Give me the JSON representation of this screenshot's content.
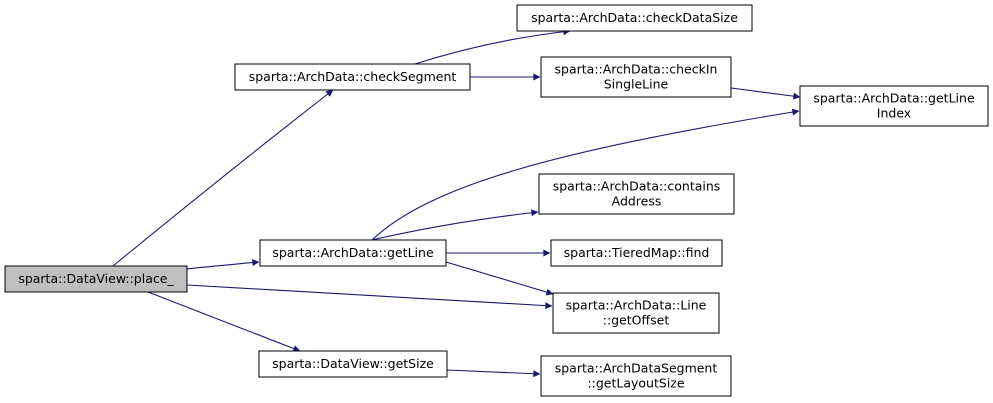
{
  "colors": {
    "edge": "#191970",
    "node_border": "#000000",
    "node_fill": "#ffffff",
    "root_fill": "#bfbfbf",
    "text": "#000000"
  },
  "nodes": [
    {
      "id": "place",
      "lines": [
        "sparta::DataView::place_"
      ],
      "root": true
    },
    {
      "id": "checkSegment",
      "lines": [
        "sparta::ArchData::checkSegment"
      ]
    },
    {
      "id": "getLine",
      "lines": [
        "sparta::ArchData::getLine"
      ]
    },
    {
      "id": "getSize",
      "lines": [
        "sparta::DataView::getSize"
      ]
    },
    {
      "id": "checkDataSize",
      "lines": [
        "sparta::ArchData::checkDataSize"
      ]
    },
    {
      "id": "checkIn",
      "lines": [
        "sparta::ArchData::checkIn",
        "SingleLine"
      ]
    },
    {
      "id": "getLineIndex",
      "lines": [
        "sparta::ArchData::getLine",
        "Index"
      ]
    },
    {
      "id": "contains",
      "lines": [
        "sparta::ArchData::contains",
        "Address"
      ]
    },
    {
      "id": "find",
      "lines": [
        "sparta::TieredMap::find"
      ]
    },
    {
      "id": "getOffset",
      "lines": [
        "sparta::ArchData::Line",
        "::getOffset"
      ]
    },
    {
      "id": "getLayoutSize",
      "lines": [
        "sparta::ArchDataSegment",
        "::getLayoutSize"
      ]
    }
  ],
  "edges": [
    {
      "from": "place",
      "to": "checkSegment"
    },
    {
      "from": "place",
      "to": "getLine"
    },
    {
      "from": "place",
      "to": "getOffset"
    },
    {
      "from": "place",
      "to": "getSize"
    },
    {
      "from": "checkSegment",
      "to": "checkDataSize"
    },
    {
      "from": "checkSegment",
      "to": "checkIn"
    },
    {
      "from": "checkIn",
      "to": "getLineIndex"
    },
    {
      "from": "getLine",
      "to": "getLineIndex"
    },
    {
      "from": "getLine",
      "to": "contains"
    },
    {
      "from": "getLine",
      "to": "find"
    },
    {
      "from": "getLine",
      "to": "getOffset"
    },
    {
      "from": "getSize",
      "to": "getLayoutSize"
    }
  ]
}
